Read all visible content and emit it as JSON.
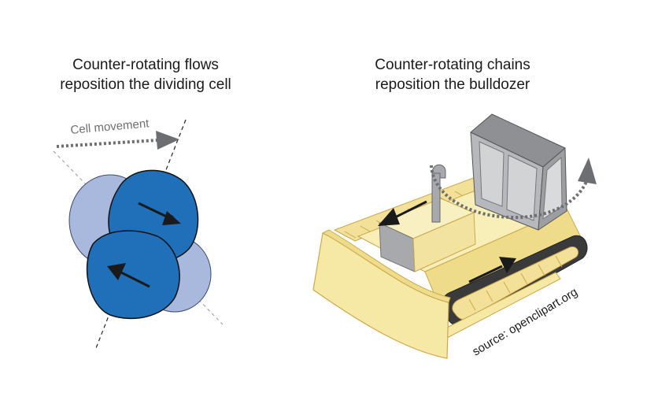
{
  "left_panel": {
    "title_line1": "Counter-rotating flows",
    "title_line2": "reposition the dividing cell",
    "movement_label": "Cell movement"
  },
  "right_panel": {
    "title_line1": "Counter-rotating chains",
    "title_line2": "reposition the bulldozer",
    "source_label": "source: openclipart.org"
  },
  "colors": {
    "cell_dark": "#1f6fb9",
    "cell_light": "#a9b9dd",
    "dozer_body": "#f6e9a6",
    "dozer_outline": "#caa94d",
    "cab_gray": "#a7a9ac",
    "track_dark": "#3a3a3a",
    "arrow_gray": "#6d6e71"
  }
}
